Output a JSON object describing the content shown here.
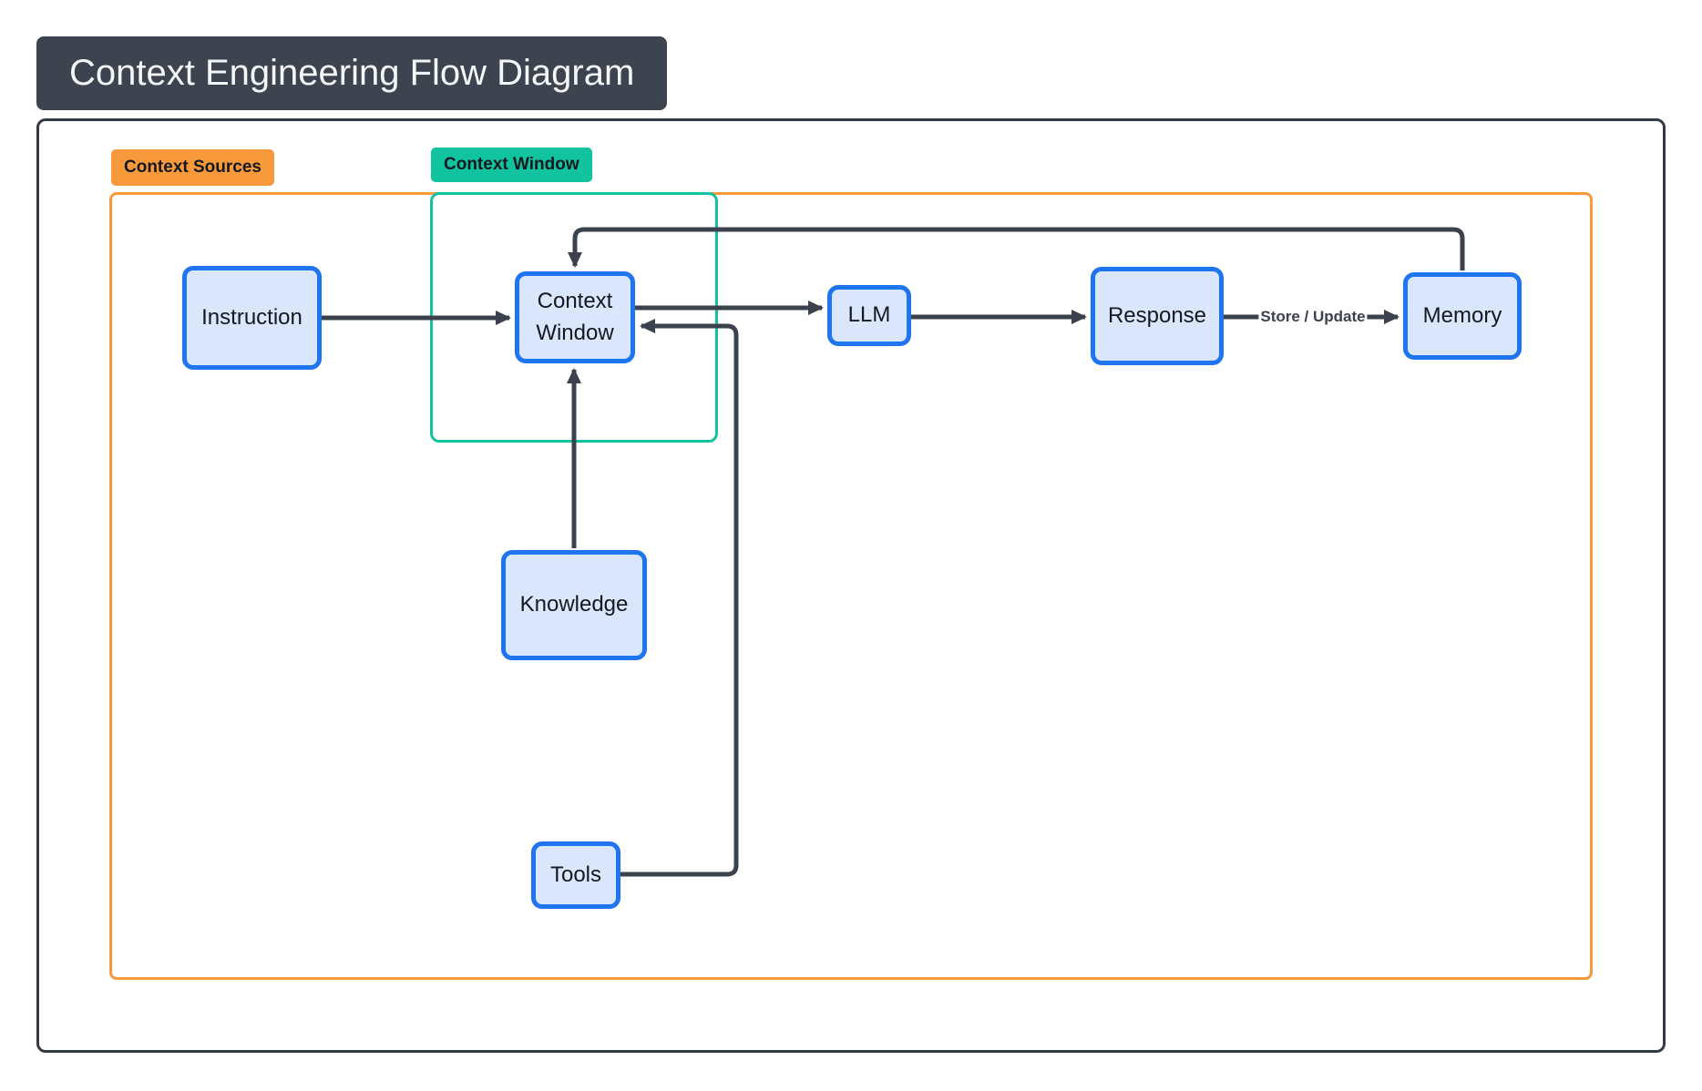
{
  "title": "Context Engineering Flow Diagram",
  "groups": {
    "context_sources": {
      "label": "Context Sources",
      "color": "#f8993b"
    },
    "context_window": {
      "label": "Context Window",
      "color": "#12c3a0"
    }
  },
  "nodes": {
    "instruction": {
      "label": "Instruction"
    },
    "context_window": {
      "label": "Context Window"
    },
    "llm": {
      "label": "LLM"
    },
    "response": {
      "label": "Response"
    },
    "memory": {
      "label": "Memory"
    },
    "knowledge": {
      "label": "Knowledge"
    },
    "tools": {
      "label": "Tools"
    }
  },
  "edges": [
    {
      "from": "Instruction",
      "to": "Context Window",
      "label": ""
    },
    {
      "from": "Context Window",
      "to": "LLM",
      "label": ""
    },
    {
      "from": "LLM",
      "to": "Response",
      "label": ""
    },
    {
      "from": "Response",
      "to": "Memory",
      "label": "Store / Update"
    },
    {
      "from": "Memory",
      "to": "Context Window",
      "label": ""
    },
    {
      "from": "Knowledge",
      "to": "Context Window",
      "label": ""
    },
    {
      "from": "Tools",
      "to": "Context Window",
      "label": ""
    }
  ],
  "colors": {
    "title_bg": "#3d4450",
    "title_text": "#f4f6f8",
    "container_border": "#333a45",
    "orange": "#f8993b",
    "teal": "#12c3a0",
    "node_fill": "#d9e6fc",
    "node_border": "#1f74f0",
    "arrow": "#3b414d"
  }
}
